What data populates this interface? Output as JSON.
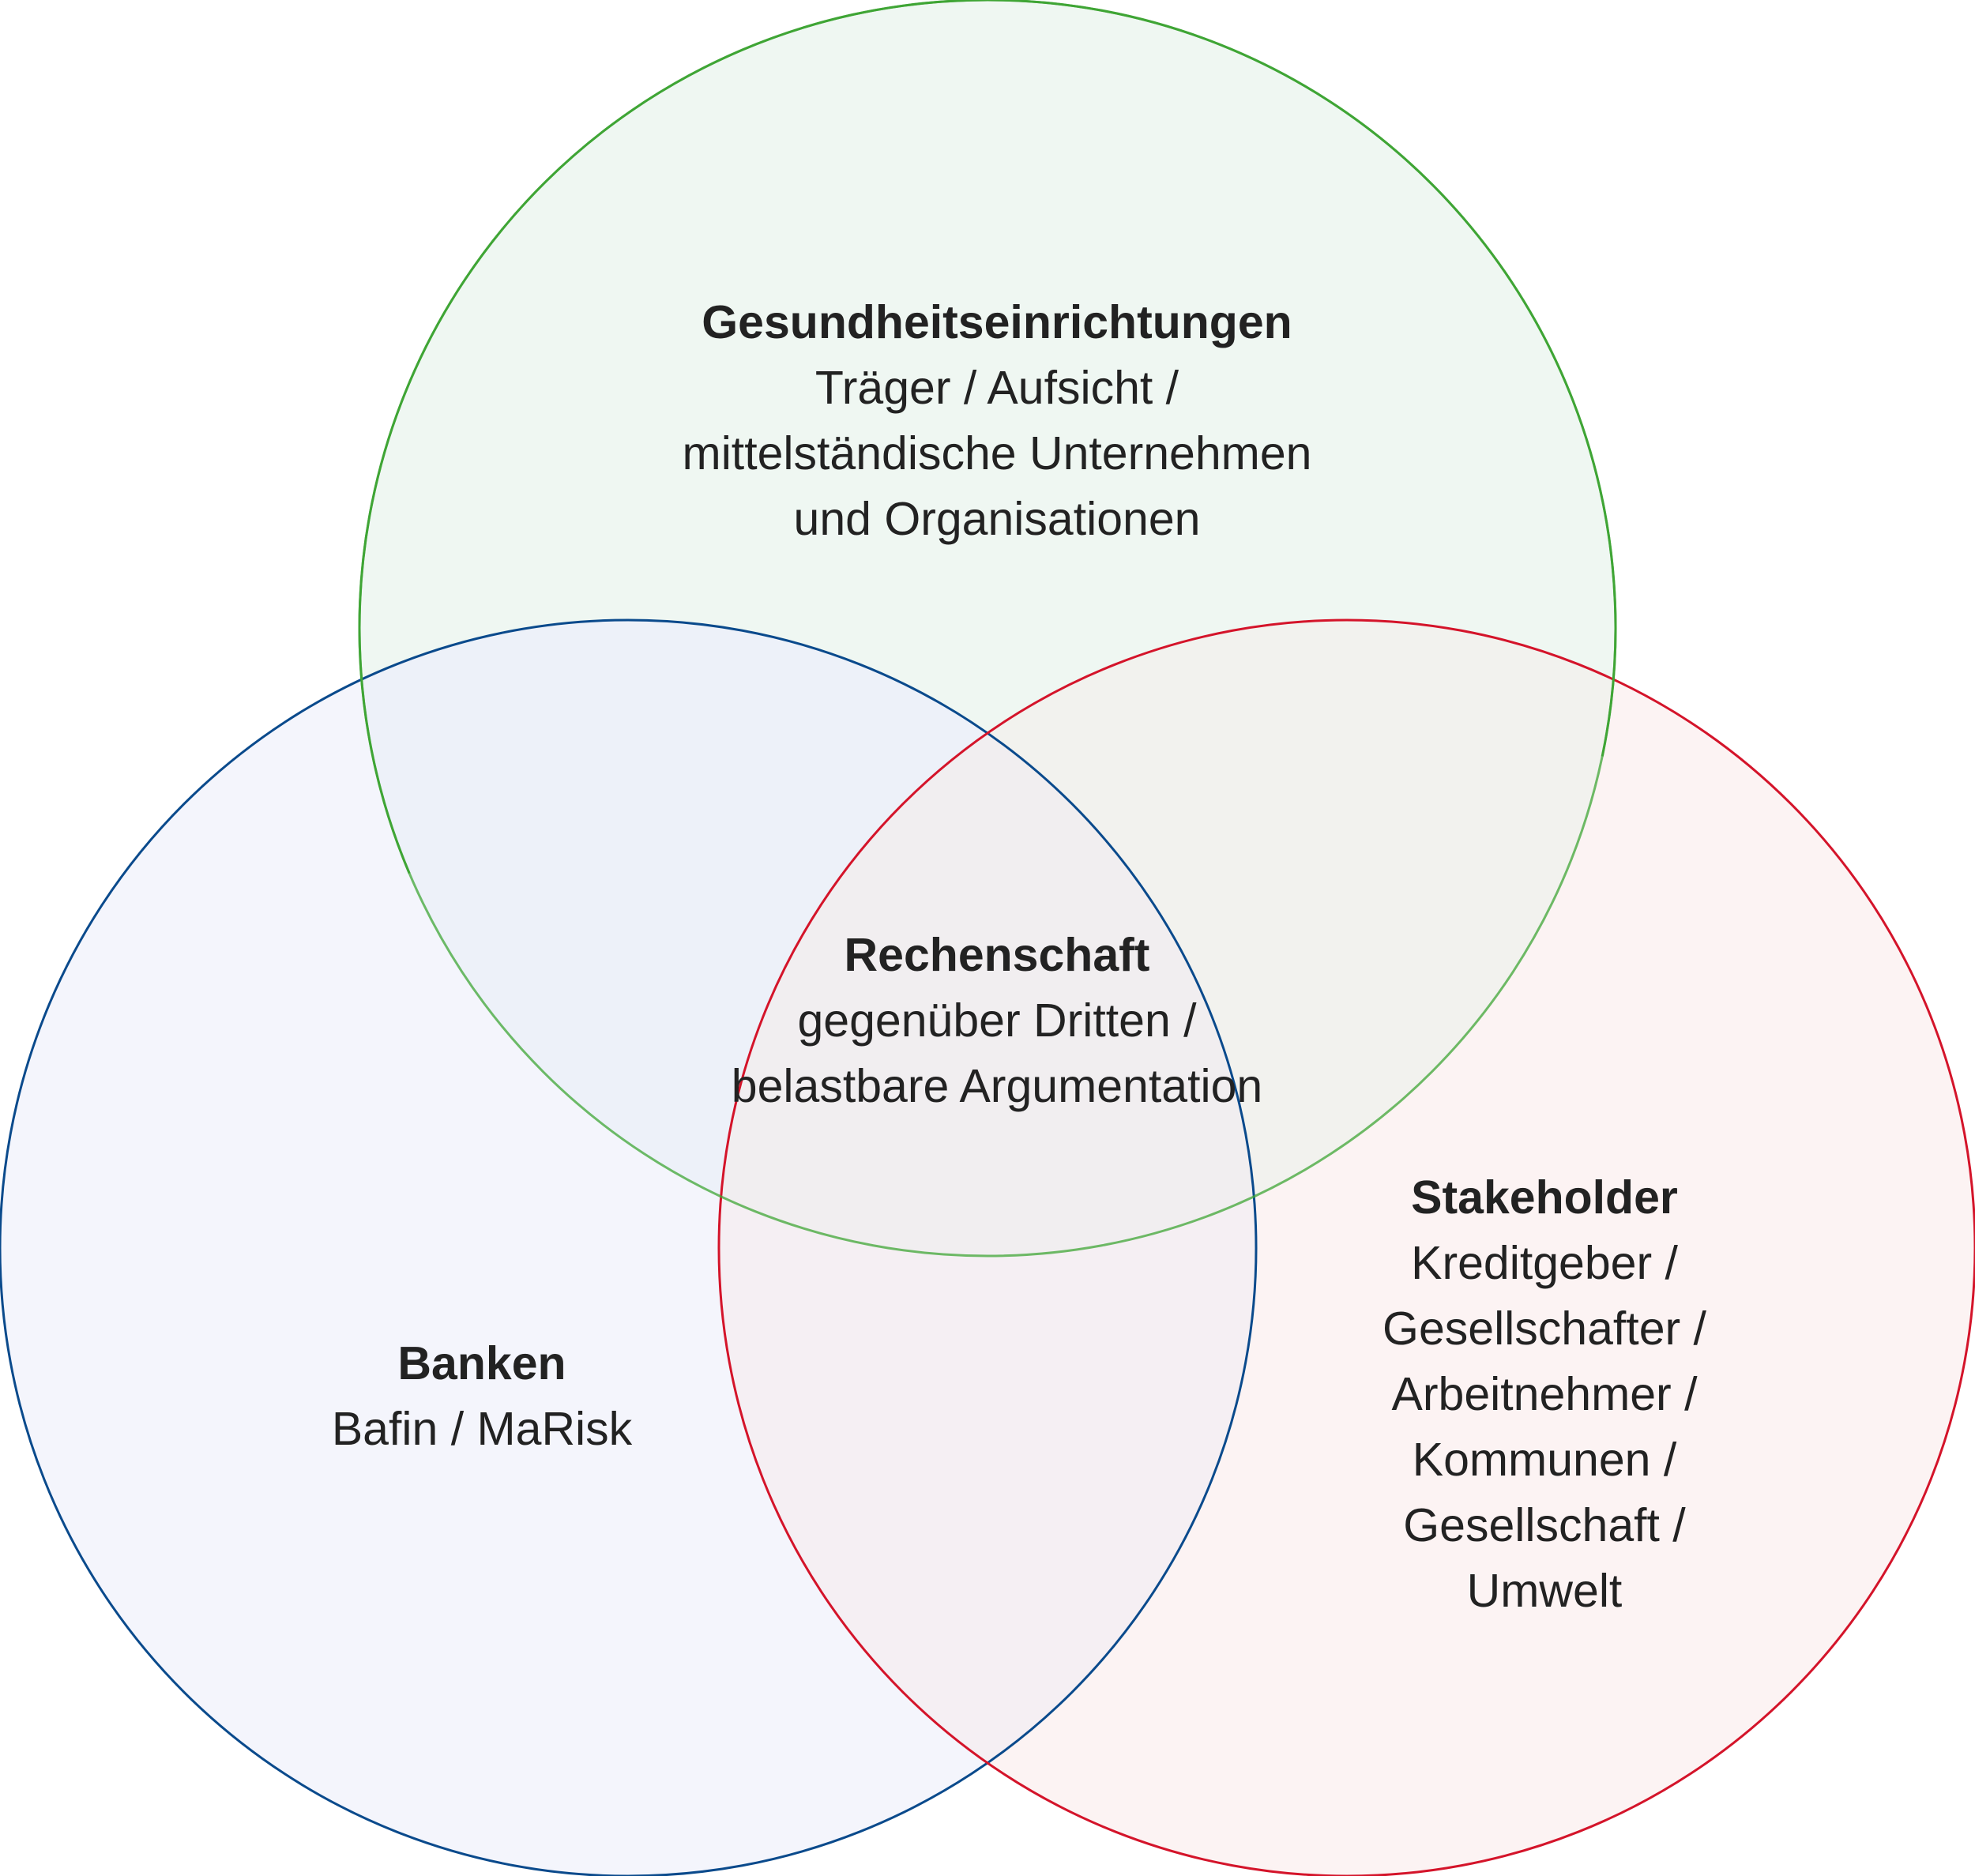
{
  "diagram": {
    "circles": [
      {
        "id": "health",
        "stroke": "#3FA535",
        "fill": "#EFF7F2",
        "title": "Gesundheitseinrichtungen",
        "lines": [
          "Träger / Aufsicht /",
          "mittelständische Unternehmen",
          "und Organisationen"
        ]
      },
      {
        "id": "banks",
        "stroke": "#0A4A8C",
        "fill": "#F4F5FC",
        "title": "Banken",
        "lines": [
          "Bafin / MaRisk"
        ]
      },
      {
        "id": "stakeholder",
        "stroke": "#D4142A",
        "fill": "#FCF3F3",
        "title": "Stakeholder",
        "lines": [
          "Kreditgeber /",
          "Gesellschafter /",
          "Arbeitnehmer /",
          "Kommunen /",
          "Gesellschaft /",
          "Umwelt"
        ]
      }
    ],
    "center": {
      "title": "Rechenschaft",
      "lines": [
        "gegenüber Dritten /",
        "belastbare Argumentation"
      ]
    },
    "overlap_colors": {
      "health_banks": "#EDF1F9",
      "health_stakeholder": "#F2F2EE",
      "banks_stakeholder": "#F5EFF3",
      "all": "#F1EEF0"
    },
    "text_color": "#222222"
  }
}
